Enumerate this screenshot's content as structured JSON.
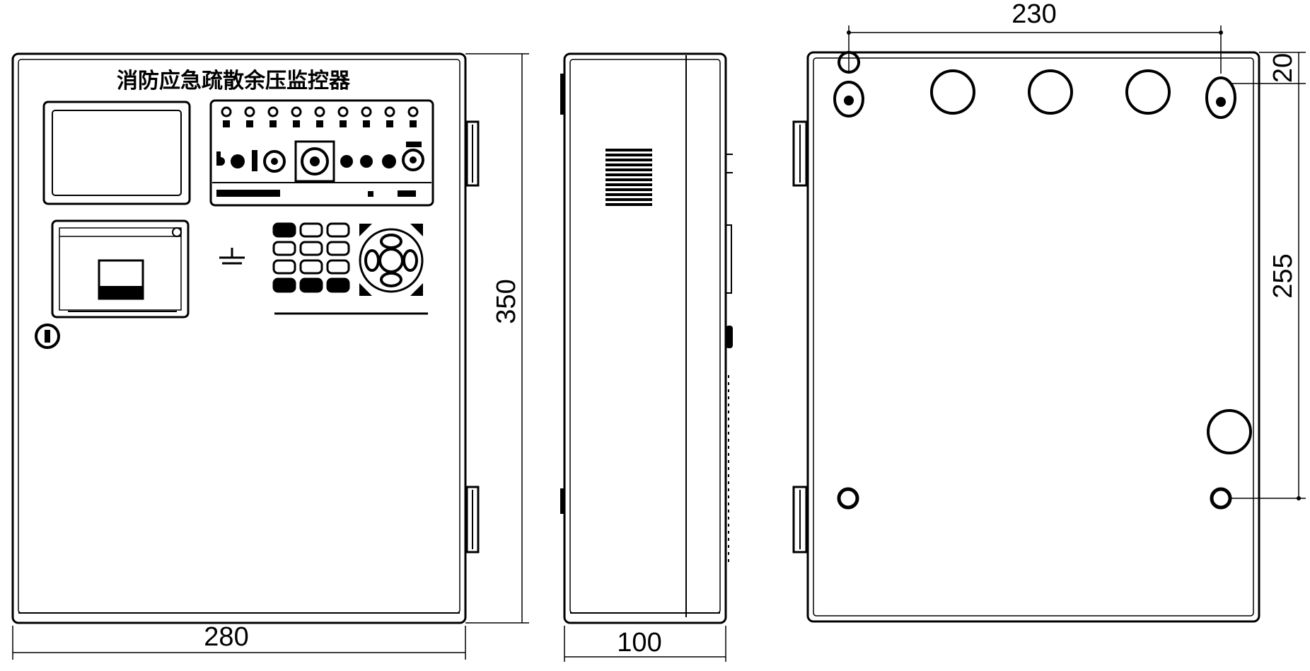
{
  "front": {
    "title": "消防应急疏散余压监控器"
  },
  "dimensions": {
    "width": "280",
    "height": "350",
    "depth": "100",
    "hole_spacing": "230",
    "top_offset": "20",
    "vertical_spacing": "255"
  }
}
